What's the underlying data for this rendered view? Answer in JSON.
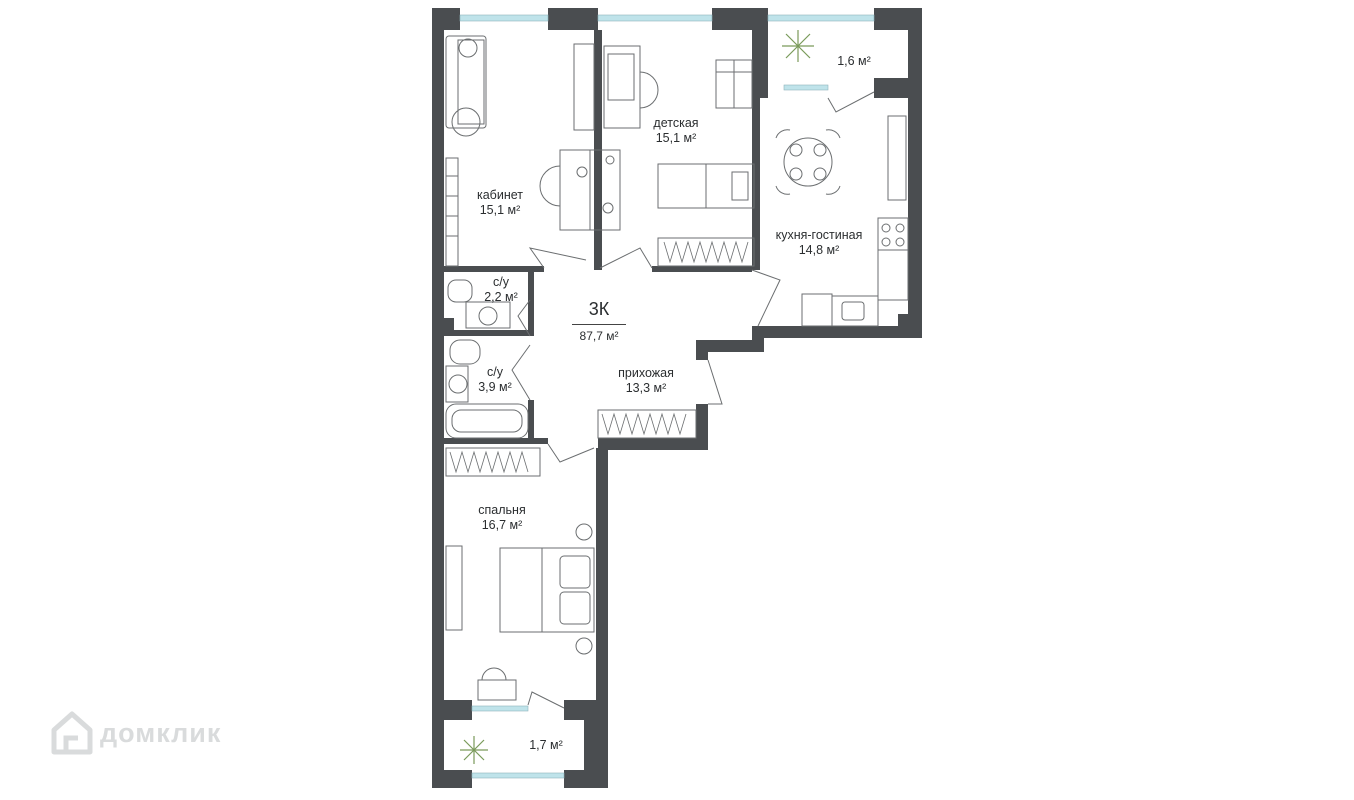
{
  "plan": {
    "type_code": "3К",
    "total_area": "87,7 м²",
    "rooms": [
      {
        "name": "кабинет",
        "area": "15,1 м²"
      },
      {
        "name": "детская",
        "area": "15,1 м²"
      },
      {
        "name": "",
        "area": "1,6 м²"
      },
      {
        "name": "кухня-гостиная",
        "area": "14,8 м²"
      },
      {
        "name": "с/у",
        "area": "2,2 м²"
      },
      {
        "name": "с/у",
        "area": "3,9 м²"
      },
      {
        "name": "прихожая",
        "area": "13,3 м²"
      },
      {
        "name": "спальня",
        "area": "16,7 м²"
      },
      {
        "name": "",
        "area": "1,7 м²"
      }
    ]
  },
  "colors": {
    "wall": "#4a4d50",
    "line": "#6b6e70",
    "window": "#bfe3ea",
    "plant": "#7a9a5a",
    "watermark": "#d9dbdc"
  },
  "watermark": {
    "text": "домклик",
    "icon": "house-logo-icon"
  }
}
